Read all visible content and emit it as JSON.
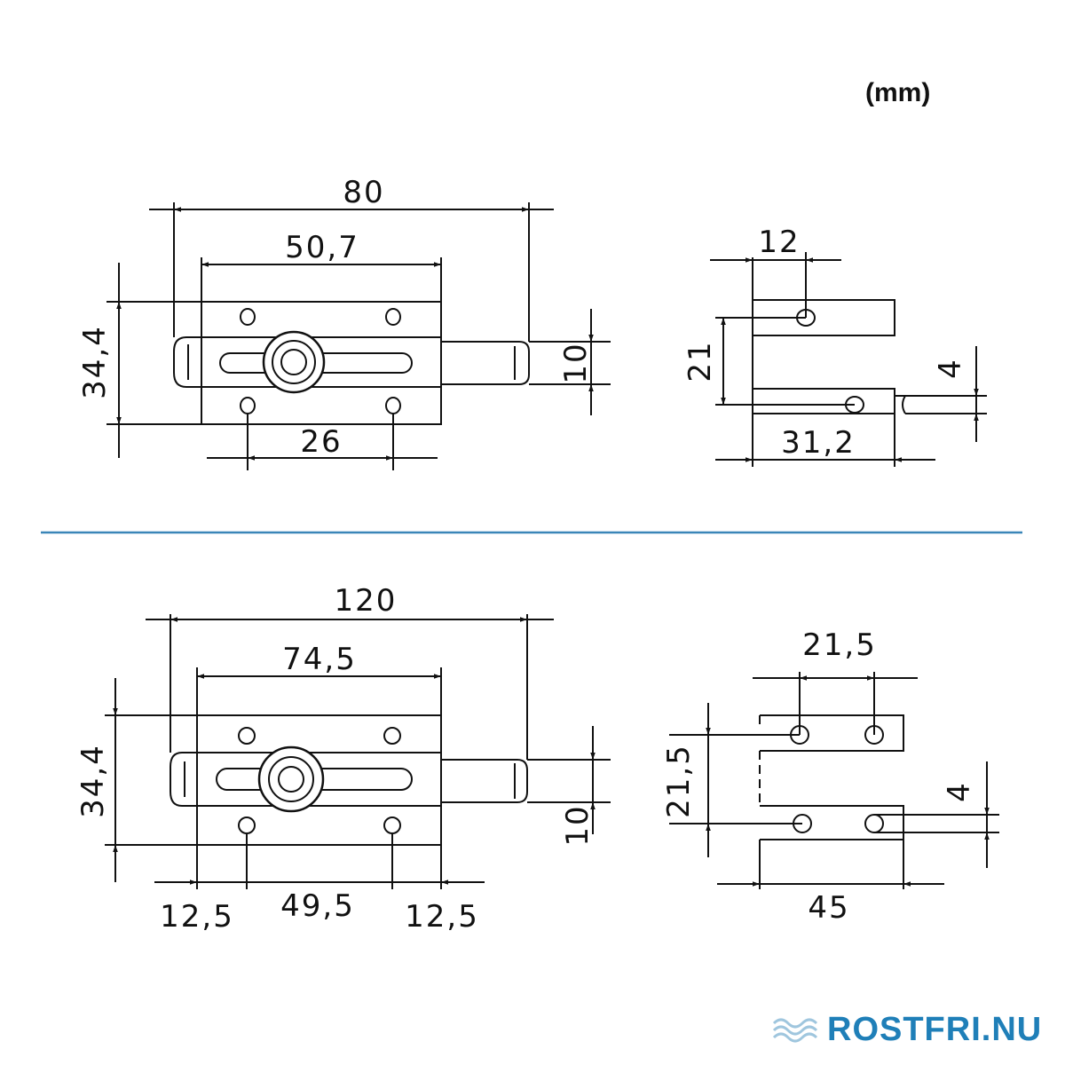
{
  "unit_label": "(mm)",
  "brand": {
    "name": "ROSTFRI.NU",
    "accent_color": "#1f7fb8",
    "divider_color": "#3a86b8"
  },
  "top_front": {
    "overall_width": "80",
    "plate_width": "50,7",
    "height": "34,4",
    "bolt_diameter": "10",
    "hole_spacing": "26"
  },
  "top_side": {
    "hole_offset": "12",
    "hole_vertical": "21",
    "bolt_gap": "4",
    "depth": "31,2"
  },
  "bottom_front": {
    "overall_width": "120",
    "plate_width": "74,5",
    "height": "34,4",
    "bolt_diameter": "10",
    "left_margin": "12,5",
    "hole_spacing": "49,5",
    "right_margin": "12,5"
  },
  "bottom_side": {
    "hole_spacing": "21,5",
    "hole_vertical": "21,5",
    "bolt_gap": "4",
    "depth": "45"
  }
}
